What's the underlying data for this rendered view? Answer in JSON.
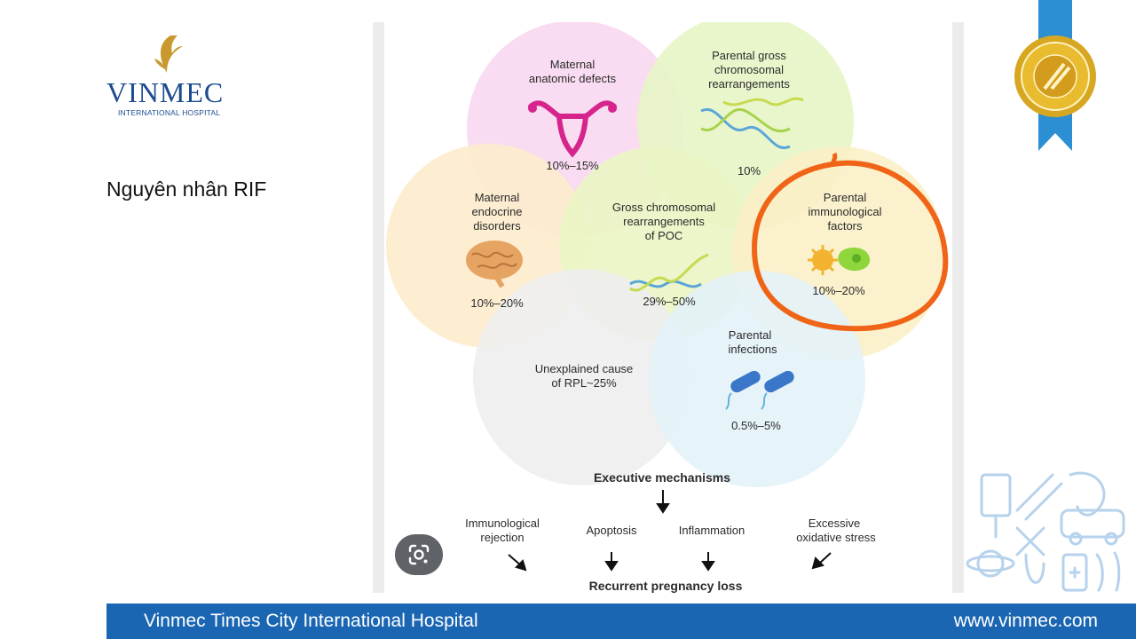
{
  "logo": {
    "brand": "VINMEC",
    "subtitle": "INTERNATIONAL HOSPITAL"
  },
  "slide": {
    "title": "Nguyên nhân RIF"
  },
  "figure": {
    "circles": {
      "anatomic": {
        "label1": "Maternal",
        "label2": "anatomic defects",
        "value": "10%–15%"
      },
      "parental_gross": {
        "label1": "Parental gross",
        "label2": "chromosomal",
        "label3": "rearrangements",
        "value": "10%"
      },
      "endocrine": {
        "label1": "Maternal",
        "label2": "endocrine",
        "label3": "disorders",
        "value": "10%–20%"
      },
      "gross_poc": {
        "label1": "Gross chromosomal",
        "label2": "rearrangements",
        "label3": "of POC",
        "value": "29%–50%"
      },
      "immunological": {
        "label1": "Parental",
        "label2": "immunological",
        "label3": "factors",
        "value": "10%–20%"
      },
      "unexplained": {
        "label1": "Unexplained cause",
        "label2": "of RPL~25%"
      },
      "infections": {
        "label1": "Parental",
        "label2": "infections",
        "value": "0.5%–5%"
      }
    },
    "executive_title": "Executive mechanisms",
    "mechanisms": {
      "immuno1": "Immunological",
      "immuno2": "rejection",
      "apoptosis": "Apoptosis",
      "inflammation": "Inflammation",
      "oxid1": "Excessive",
      "oxid2": "oxidative stress"
    },
    "outcome": "Recurrent pregnancy loss"
  },
  "footer": {
    "left": "Vinmec Times City International Hospital",
    "right": "www.vinmec.com"
  },
  "colors": {
    "brand_blue": "#1a66b3",
    "outcome_pink": "#e0288c",
    "highlight_orange": "#f06418"
  },
  "icons": {
    "lens": "google-lens-icon",
    "seal": "jci-seal-icon"
  }
}
